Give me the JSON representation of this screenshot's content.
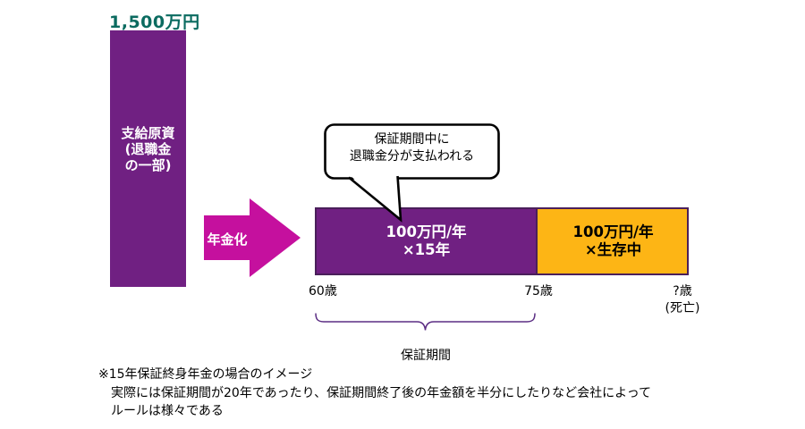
{
  "colors": {
    "purple": "#702082",
    "purple-border": "#4a1f5a",
    "orange": "#fdb515",
    "magenta": "#c5109e",
    "teal": "#0b6b60",
    "brace": "#5b2d83",
    "ink": "#000000"
  },
  "source_bar": {
    "amount_label": "1,500万円",
    "line1": "支給原資",
    "line2": "(退職金",
    "line3": "の一部)"
  },
  "arrow": {
    "label": "年金化"
  },
  "callout": {
    "line1": "保証期間中に",
    "line2": "退職金分が支払われる"
  },
  "timeline_bar": {
    "guaranteed_segment": {
      "line1": "100万円/年",
      "line2": "×15年"
    },
    "lifetime_segment": {
      "line1": "100万円/年",
      "line2": "×生存中"
    }
  },
  "axis": {
    "start_age": "60歳",
    "guarantee_end_age": "75歳",
    "death_age_line1": "?歳",
    "death_age_line2": "(死亡)"
  },
  "brace": {
    "label": "保証期間"
  },
  "footnote": {
    "line1": "※15年保証終身年金の場合のイメージ",
    "line2": "実際には保証期間が20年であったり、保証期間終了後の年金額を半分にしたりなど会社によって",
    "line3": "ルールは様々である"
  }
}
